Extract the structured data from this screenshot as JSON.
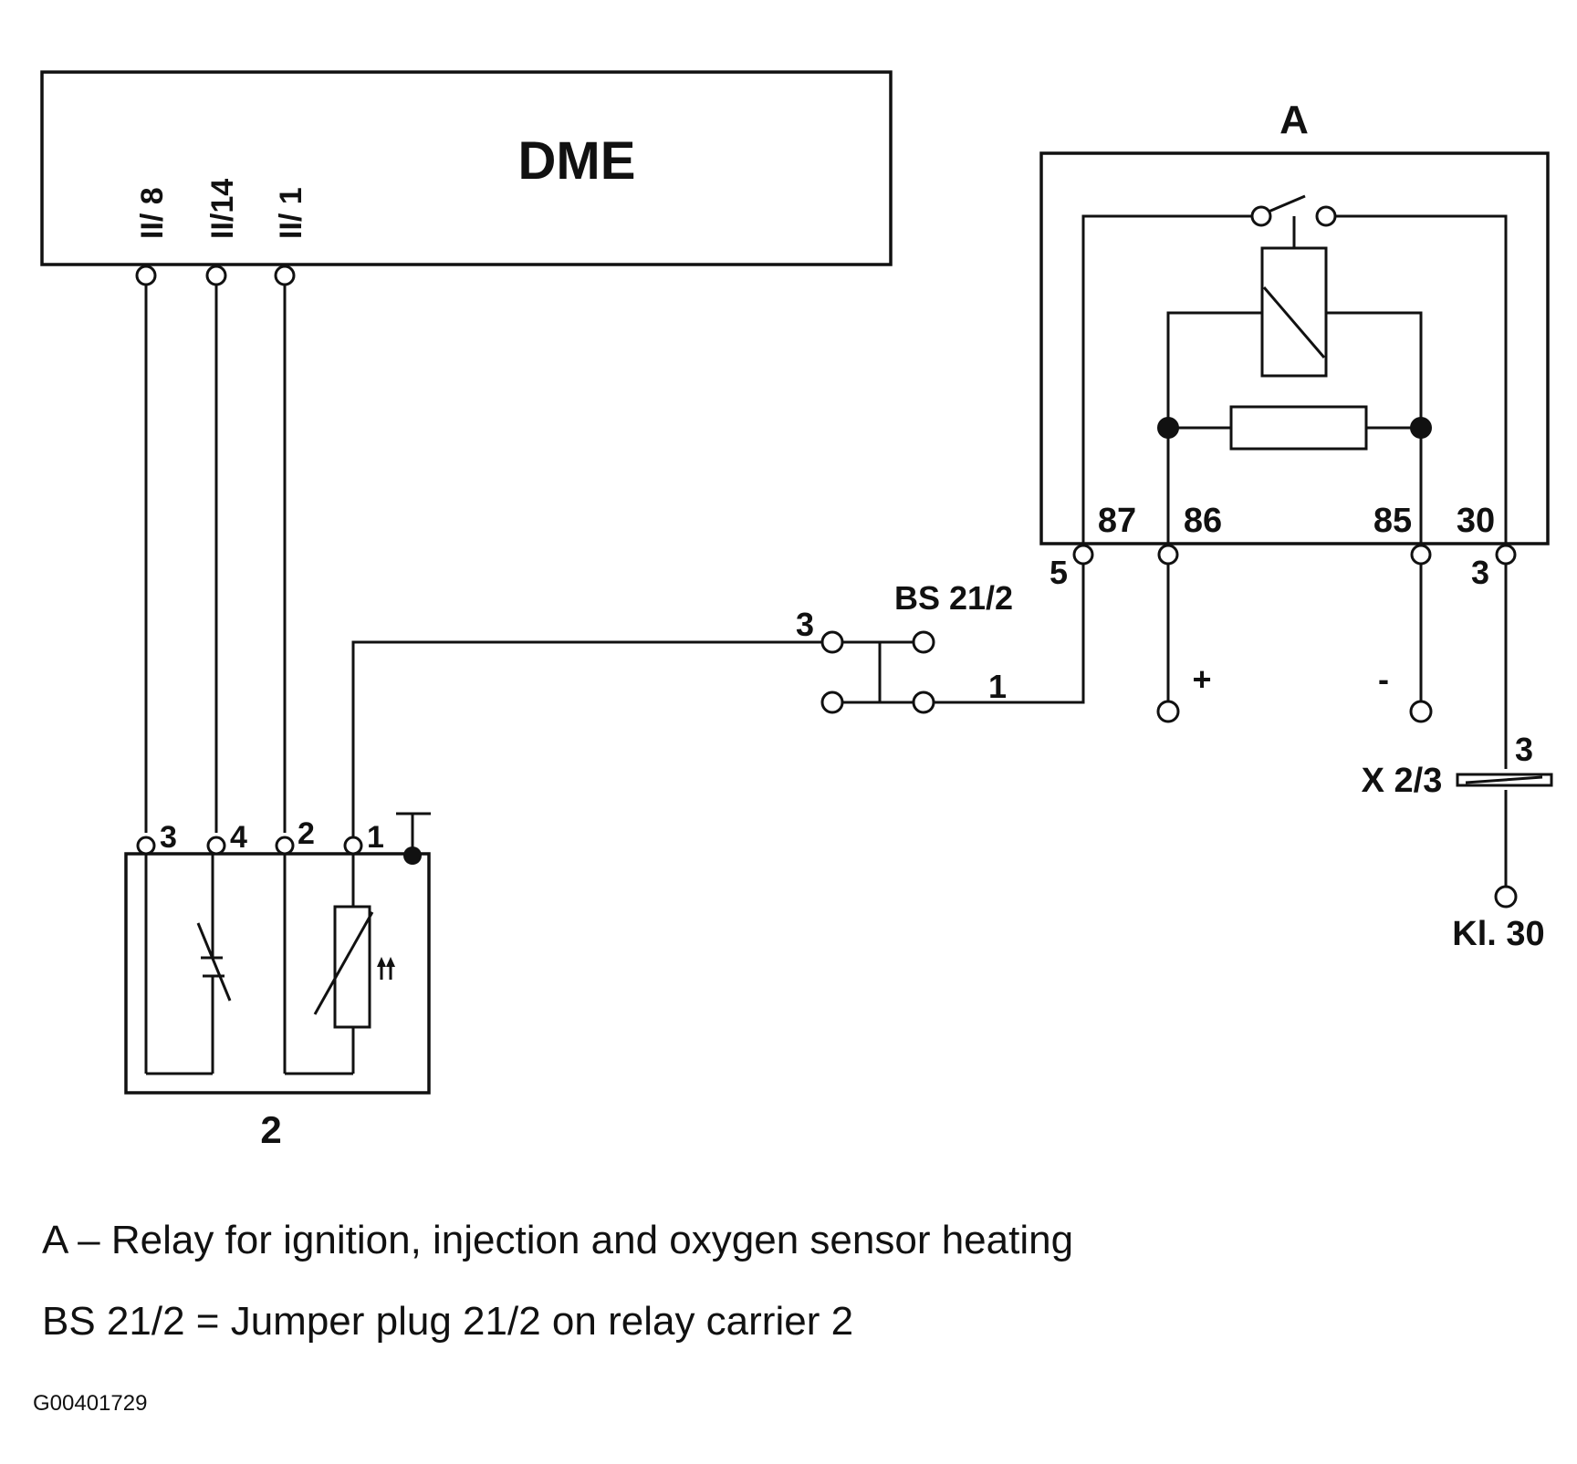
{
  "dme": {
    "title": "DME",
    "pins": [
      "II/ 8",
      "II/14",
      "II/ 1"
    ]
  },
  "relay": {
    "title": "A",
    "pins": [
      "87",
      "86",
      "85",
      "30"
    ],
    "pin_5": "5",
    "pin_3": "3",
    "plus": "+",
    "minus": "-"
  },
  "jumper": {
    "title": "BS 21/2",
    "pin_3": "3",
    "pin_1": "1"
  },
  "connector": {
    "title": "X 2/3",
    "pin": "3",
    "terminal": "Kl. 30"
  },
  "sensor": {
    "title": "2",
    "pins": [
      "3",
      "4",
      "2",
      "1"
    ]
  },
  "legend": [
    "A – Relay for ignition, injection and oxygen sensor heating",
    "BS 21/2 = Jumper plug 21/2 on relay carrier 2"
  ],
  "figure_id": "G00401729"
}
